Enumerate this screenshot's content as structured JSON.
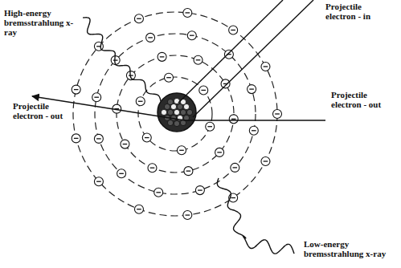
{
  "diagram": {
    "labels": [
      "Projectile electron - in",
      "High-energy bremsstrahlung x-ray",
      "Projectile electron - out",
      "Projectile electron - out",
      "Low-energy bremsstrahlung x-ray"
    ]
  }
}
